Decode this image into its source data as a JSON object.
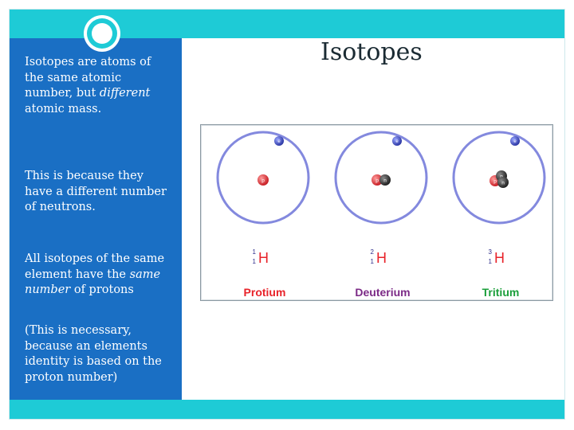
{
  "slide": {
    "title": "Isotopes",
    "paragraphs": {
      "p1": {
        "pre": "Isotopes are atoms of the same atomic number, but ",
        "em": "different",
        "post": " atomic mass."
      },
      "p2": {
        "text": "This is because they have a different number of neutrons."
      },
      "p3": {
        "pre": "All isotopes of the same element have the ",
        "em": "same number",
        "post": " of protons"
      },
      "p4": {
        "text": "(This is necessary, because an elements identity is based on the proton number)"
      }
    }
  },
  "figure": {
    "atoms": [
      {
        "name": "Protium",
        "mass_number": "1",
        "atomic_number": "1",
        "symbol": "H",
        "name_color": "#e8232a",
        "nucleus": [
          "p"
        ],
        "electron": "e"
      },
      {
        "name": "Deuterium",
        "mass_number": "2",
        "atomic_number": "1",
        "symbol": "H",
        "name_color": "#7b2a86",
        "nucleus": [
          "p",
          "n"
        ],
        "electron": "e"
      },
      {
        "name": "Tritium",
        "mass_number": "3",
        "atomic_number": "1",
        "symbol": "H",
        "name_color": "#1a9e3a",
        "nucleus": [
          "p",
          "n",
          "n"
        ],
        "electron": "e"
      }
    ],
    "colors": {
      "orbit": "#6d74d8",
      "proton": "#d9272e",
      "neutron": "#2b2b2b",
      "electron": "#2f3fb5",
      "hydrogen_symbol": "#e8232a",
      "superscripts": "#2b2b8a"
    }
  }
}
